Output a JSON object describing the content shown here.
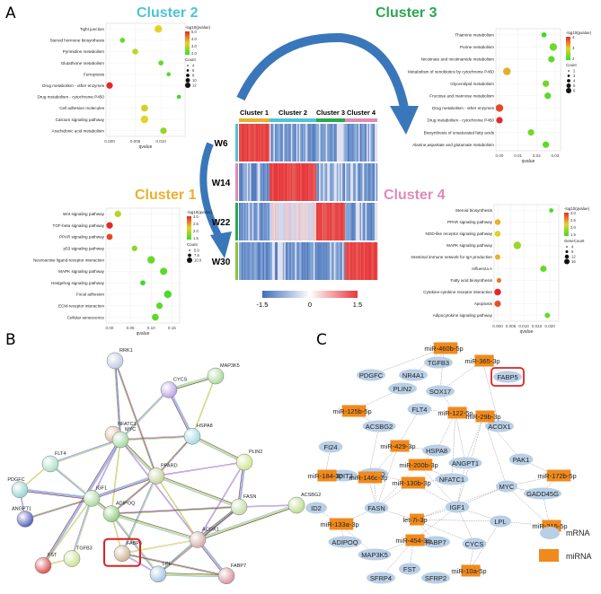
{
  "panels": {
    "a": "A",
    "b": "B",
    "c": "C"
  },
  "clusters": {
    "c1": {
      "title": "Cluster 1",
      "color": "#e8b02e"
    },
    "c2": {
      "title": "Cluster 2",
      "color": "#4fc3d6"
    },
    "c3": {
      "title": "Cluster 3",
      "color": "#2aa84f"
    },
    "c4": {
      "title": "Cluster 4",
      "color": "#e08ab8"
    }
  },
  "heatmap": {
    "columns": [
      "Cluster 1",
      "Cluster 2",
      "Cluster 3",
      "Cluster 4"
    ],
    "rows": [
      "W6",
      "W14",
      "W22",
      "W30"
    ],
    "legend_ticks": [
      "-1.5",
      "0",
      "1.5"
    ],
    "blocks": [
      [
        1,
        0,
        0,
        0
      ],
      [
        0,
        1,
        0,
        0
      ],
      [
        0,
        0.5,
        1,
        0
      ],
      [
        0,
        0,
        0,
        1
      ]
    ]
  },
  "chart_data": [
    {
      "type": "scatter",
      "id": "c2",
      "y": [
        "Tight junction",
        "Steroid hormone biosynthesis",
        "Pyrimidine metabolism",
        "Glutathione metabolism",
        "Ferroptosis",
        "Drug metabolism - other enzymes",
        "Drug metabolism - cytochrome P450",
        "Cell adhesion molecules",
        "Calcium signaling pathway",
        "Arachidonic acid metabolism"
      ],
      "x": [
        0.0095,
        0.0025,
        0.005,
        0.01,
        0.0115,
        0.0,
        0.0135,
        0.0068,
        0.0068,
        0.0105
      ],
      "size": [
        12,
        4,
        6,
        4,
        2,
        8,
        2,
        10,
        12,
        8
      ],
      "color": [
        3.5,
        2.0,
        3.0,
        2.0,
        1.8,
        5.5,
        1.5,
        3.2,
        3.5,
        2.5
      ],
      "xticks": [
        "0.000",
        "0.005",
        "0.010"
      ],
      "xlabel": "qvalue",
      "xlim": [
        0,
        0.014
      ],
      "legend_color": {
        "title": "-log10(pvalue)",
        "ticks": [
          "5.0",
          "4.0",
          "3.0",
          "2.0"
        ]
      },
      "legend_size": {
        "title": "Count",
        "ticks": [
          "4",
          "6",
          "8",
          "10",
          "12"
        ]
      }
    },
    {
      "type": "scatter",
      "id": "c3",
      "y": [
        "Thiamine metabolism",
        "Purine metabolism",
        "Nicotinate and nicotinamide metabolism",
        "Metabolism of xenobiotics by cytochrome P450",
        "Glycerolipid metabolism",
        "Fructose and mannose metabolism",
        "Drug metabolism - other enzymes",
        "Drug metabolism - cytochrome P450",
        "Biosynthesis of unsaturated fatty acids",
        "Alanine,aspartate and glutamate metabolism"
      ],
      "x": [
        0.024,
        0.029,
        0.028,
        0.004,
        0.025,
        0.026,
        0.0,
        0.0,
        0.017,
        0.025
      ],
      "size": [
        2,
        6,
        4,
        6,
        4,
        4,
        6,
        4,
        4,
        4
      ],
      "color": [
        1.5,
        2.0,
        1.8,
        3.5,
        2.0,
        1.8,
        4.5,
        4.8,
        2.0,
        1.8
      ],
      "xticks": [
        "0.00",
        "0.01",
        "0.02",
        "0.03"
      ],
      "xlabel": "qvalue",
      "xlim": [
        0,
        0.031
      ],
      "legend_color": {
        "title": "-log10(pvalue)",
        "ticks": [
          "4",
          "3",
          "2"
        ]
      },
      "legend_size": {
        "title": "Count",
        "ticks": [
          "2",
          "3",
          "4",
          "5",
          "6"
        ]
      }
    },
    {
      "type": "scatter",
      "id": "c1",
      "y": [
        "Wnt signaling pathway",
        "TGF-beta signaling pathway",
        "PPAR signaling pathway",
        "p53 signaling pathway",
        "Neuroactive ligand-receptor interaction",
        "MAPK signaling pathway",
        "Hedgehog signaling pathway",
        "Focal adhesion",
        "ECM-receptor interaction",
        "Cellular senescence"
      ],
      "x": [
        0.02,
        0.0,
        0.0,
        0.06,
        0.1,
        0.13,
        0.08,
        0.14,
        0.12,
        0.11
      ],
      "size": [
        6,
        6,
        5,
        4,
        9,
        8,
        3,
        9,
        6,
        7
      ],
      "color": [
        1.8,
        3.2,
        3.0,
        1.5,
        1.3,
        1.2,
        1.0,
        1.1,
        1.2,
        1.2
      ],
      "xticks": [
        "0.00",
        "0.05",
        "0.10",
        "0.15"
      ],
      "xlabel": "qvalue",
      "xlim": [
        0,
        0.16
      ],
      "legend_color": {
        "title": "-log10(qvalue)",
        "ticks": [
          "3.0",
          "2.5",
          "2.0",
          "1.5"
        ]
      },
      "legend_size": {
        "title": "Count",
        "ticks": [
          "5.0",
          "7.5",
          "10.0"
        ]
      }
    },
    {
      "type": "scatter",
      "id": "c4",
      "y": [
        "Steroid biosynthesis",
        "PPAR signaling pathway",
        "NOD-like receptor signaling pathway",
        "MAPK signaling pathway",
        "Intestinal immune network for IgA production",
        "Influenza A",
        "Fatty acid biosynthesis",
        "Cytokine-cytokine receptor interaction",
        "Apoptosis",
        "Adipocytokine signaling pathway"
      ],
      "x": [
        0.0205,
        0.0,
        0.0,
        0.0075,
        0.0,
        0.0175,
        0.0005,
        0.0,
        0.0,
        0.019
      ],
      "size": [
        3,
        8,
        8,
        16,
        6,
        10,
        4,
        12,
        10,
        6
      ],
      "color": [
        1.5,
        2.5,
        2.3,
        2.0,
        2.5,
        1.7,
        2.8,
        3.2,
        3.0,
        1.7
      ],
      "xticks": [
        "0.000",
        "0.005",
        "0.010",
        "0.015",
        "0.020"
      ],
      "xlabel": "qvalue",
      "xlim": [
        0,
        0.022
      ],
      "legend_color": {
        "title": "-log10(qvalue)",
        "ticks": [
          "3.0",
          "2.5",
          "2.0",
          "1.5"
        ]
      },
      "legend_size": {
        "title": "GeneCount",
        "ticks": [
          "4",
          "8",
          "12",
          "16"
        ]
      }
    }
  ],
  "network_b": {
    "nodes": [
      {
        "id": "RRK1",
        "label": "RRK1",
        "color": "#bfc7e2"
      },
      {
        "id": "MAP3K5",
        "label": "MAP3K5",
        "color": "#a8d79a"
      },
      {
        "id": "CYCS",
        "label": "CYCS",
        "color": "#b69fe0"
      },
      {
        "id": "NFATC1",
        "label": "NFATC1",
        "color": "#d6b797"
      },
      {
        "id": "MYC",
        "label": "MYC",
        "color": "#9fd8a0"
      },
      {
        "id": "HSPA8",
        "label": "HSPA8",
        "color": "#9fd7e0"
      },
      {
        "id": "FLT4",
        "label": "FLT4",
        "color": "#a8dcc6"
      },
      {
        "id": "PDGFC",
        "label": "PDGFC",
        "color": "#8fd3cc"
      },
      {
        "id": "IGF1",
        "label": "IGF1",
        "color": "#a8d79a"
      },
      {
        "id": "ANGPT1",
        "label": "ANGPT1",
        "color": "#4a58b8"
      },
      {
        "id": "PPARD",
        "label": "PPARD",
        "color": "#c2cf98"
      },
      {
        "id": "PLIN2",
        "label": "PLIN2",
        "color": "#cfe38a"
      },
      {
        "id": "ADIPOQ",
        "label": "ADIPOQ",
        "color": "#8ccb7a"
      },
      {
        "id": "FASN",
        "label": "FASN",
        "color": "#c2d9a0"
      },
      {
        "id": "ACSBG2",
        "label": "ACSBG2",
        "color": "#b8dc8a"
      },
      {
        "id": "FST",
        "label": "FST",
        "color": "#d84848"
      },
      {
        "id": "TGFB3",
        "label": "TGFB3",
        "color": "#c6e28a"
      },
      {
        "id": "ACOX1",
        "label": "ACOX1",
        "color": "#d4a8a4"
      },
      {
        "id": "FABP5",
        "label": "FABP5",
        "color": "#c9b08e"
      },
      {
        "id": "LPL",
        "label": "LPL",
        "color": "#9fc2df"
      },
      {
        "id": "FABP7",
        "label": "FABP7",
        "color": "#d6909c"
      }
    ]
  },
  "network_c": {
    "mrna": [
      "TGFB3",
      "PDGFC",
      "NR4A1",
      "PLIN2",
      "SOX17",
      "FABP5",
      "FLT4",
      "ACSBG2",
      "ACOX1",
      "FI24",
      "HSPA8",
      "ANGPT1",
      "PAK1",
      "DDIT3",
      "PPARD",
      "NFATC1",
      "ID2",
      "MYC",
      "GADD45G",
      "FASN",
      "IGF1",
      "ADIPOQ",
      "LPL",
      "MAP3K5",
      "FABP7",
      "CYCS",
      "SFRP4",
      "FST",
      "SFRP2"
    ],
    "mirna": [
      "miR-460b-5p",
      "miR-365-3p",
      "miR-125b-5p",
      "miR-122-5p",
      "miR-29b-3p",
      "miR-429-3p",
      "miR-184-3p",
      "miR-146c-3p",
      "miR-200b-3p",
      "miR-130b-3p",
      "miR-172b-5p",
      "miR-133a-3p",
      "let-7i-3p",
      "miR-454-3p",
      "miR-215-5p",
      "miR-10a-5p"
    ],
    "legend": {
      "mrna": "mRNA",
      "mirna": "miRNA"
    }
  },
  "colors": {
    "heat_red": "#e8373a",
    "heat_blue": "#3f6fb8",
    "arrow": "#3a77ba",
    "highlight": "#e02020"
  }
}
